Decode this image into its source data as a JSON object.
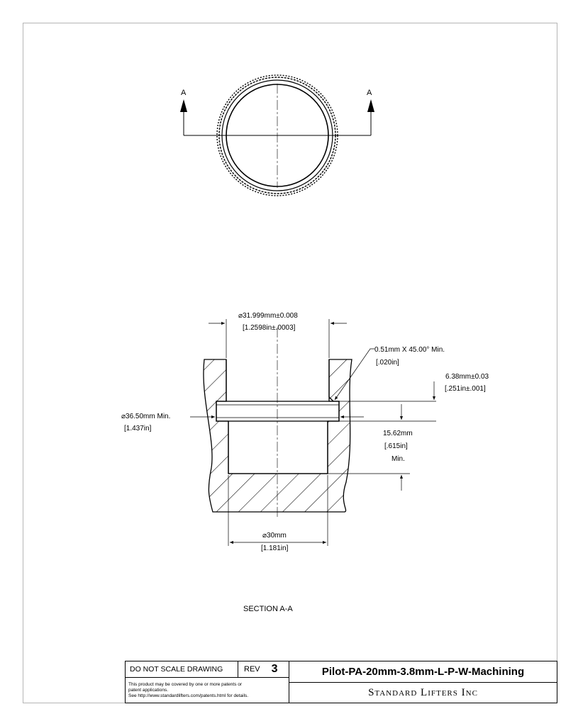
{
  "section_markers": {
    "left": "A",
    "right": "A"
  },
  "dimensions": {
    "bore_top": {
      "mm": "31.999mm±0.008",
      "inch": "1.2598in±.0003"
    },
    "chamfer": {
      "mm": "0.51mm X 45.00° Min.",
      "inch": ".020in"
    },
    "groove_depth": {
      "mm": "6.38mm±0.03",
      "inch": ".251in±.001"
    },
    "groove_dia": {
      "mm": "36.50mm Min.",
      "inch": "1.437in"
    },
    "bore_depth": {
      "mm": "15.62mm",
      "inch": ".615in",
      "suffix": "Min."
    },
    "bore_bottom": {
      "mm": "30mm",
      "inch": "1.181in"
    }
  },
  "section_label": "SECTION A-A",
  "title_block": {
    "scale_note": "DO NOT SCALE DRAWING",
    "rev_label": "REV",
    "rev_value": "3",
    "patent_line1": "This product may be covered by one or more patents or",
    "patent_line2": "patent applications.",
    "patent_line3": "See http://www.standardlifters.com/patents.html for details.",
    "part_number": "Pilot-PA-20mm-3.8mm-L-P-W-Machining",
    "company": "Standard Lifters Inc"
  }
}
